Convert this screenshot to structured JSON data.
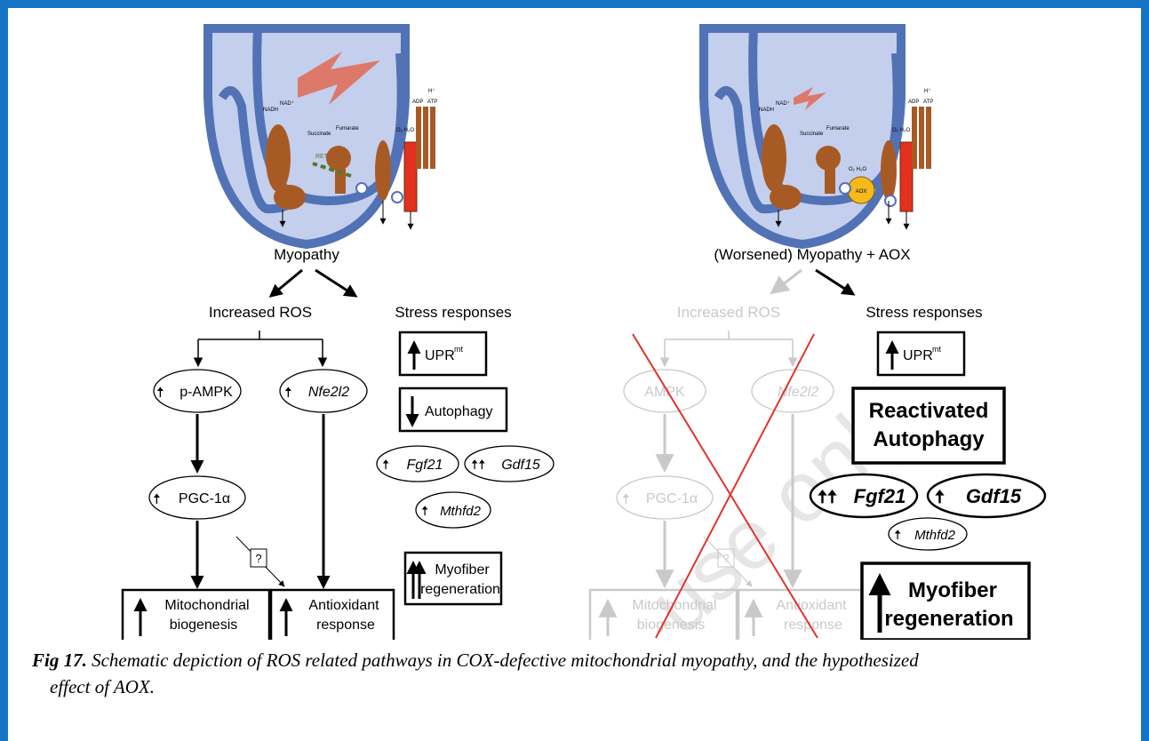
{
  "colors": {
    "frame": "#1574c4",
    "membrane": "#5272b6",
    "matrix": "#c3cfec",
    "complex": "#a85a25",
    "faded": "#c9c9c9",
    "cross": "#e0332c"
  },
  "left": {
    "condition": "Myopathy",
    "ros_branch": "Increased ROS",
    "stress_branch": "Stress responses",
    "nodes": {
      "ampk": "p-AMPK",
      "nfe": "Nfe2l2",
      "pgc": "PGC-1α",
      "question": "?"
    },
    "boxes": {
      "mito_line1": "Mitochondrial",
      "mito_line2": "biogenesis",
      "anti_line1": "Antioxidant",
      "anti_line2": "response"
    },
    "stress": {
      "upr": "UPR",
      "upr_sup": "mt",
      "autophagy": "Autophagy",
      "fgf21": "Fgf21",
      "gdf15": "Gdf15",
      "mthfd2": "Mthfd2",
      "myofiber_line1": "Myofiber",
      "myofiber_line2": "regeneration"
    },
    "membrane_labels": [
      "NADH",
      "NAD⁺",
      "Succinate",
      "Fumarate",
      "RET",
      "O₂ H₂O",
      "ADP",
      "ATP",
      "H⁺"
    ]
  },
  "right": {
    "condition": "(Worsened) Myopathy + AOX",
    "ros_branch": "Increased ROS",
    "stress_branch": "Stress responses",
    "nodes": {
      "ampk": "AMPK",
      "nfe": "Nfe2l2",
      "pgc": "PGC-1α",
      "question": "?"
    },
    "boxes": {
      "mito_line1": "Mitochondrial",
      "mito_line2": "biogenesis",
      "anti_line1": "Antioxidant",
      "anti_line2": "response"
    },
    "stress": {
      "upr": "UPR",
      "upr_sup": "mt",
      "autophagy_line1": "Reactivated",
      "autophagy_line2": "Autophagy",
      "fgf21": "Fgf21",
      "gdf15": "Gdf15",
      "mthfd2": "Mthfd2",
      "myofiber_line1": "Myofiber",
      "myofiber_line2": "regeneration"
    },
    "membrane_labels": [
      "NADH",
      "NAD⁺",
      "Succinate",
      "Fumarate",
      "O₂ H₂O",
      "AOX",
      "O₂ H₂O",
      "ADP",
      "ATP",
      "H⁺"
    ]
  },
  "caption": {
    "label": "Fig 17.",
    "text_line1": "Schematic depiction of ROS related pathways in COX-defective mitochondrial myopathy, and the hypothesized",
    "text_line2": "effect of AOX."
  },
  "watermark": "use only"
}
